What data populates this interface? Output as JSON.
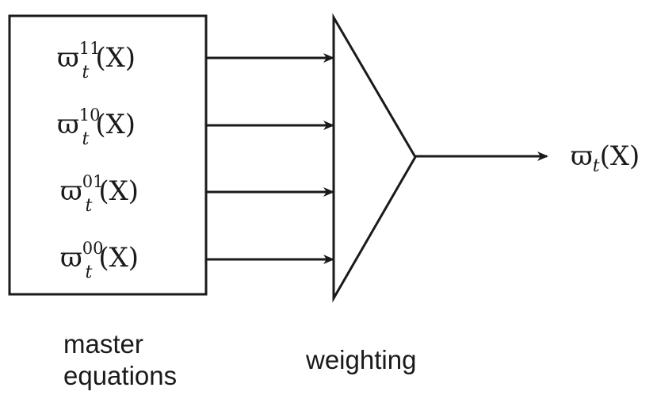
{
  "symbol": "ϖ",
  "inputs": [
    {
      "base": "ϖ",
      "sup": "11",
      "sub": "t",
      "arg": "(X)"
    },
    {
      "base": "ϖ",
      "sup": "10",
      "sub": "t",
      "arg": "(X)"
    },
    {
      "base": "ϖ",
      "sup": "01",
      "sub": "t",
      "arg": "(X)"
    },
    {
      "base": "ϖ",
      "sup": "00",
      "sub": "t",
      "arg": "(X)"
    }
  ],
  "output": {
    "base": "ϖ",
    "sub": "t",
    "arg": "(X)"
  },
  "captions": {
    "master_line1": "master",
    "master_line2": "equations",
    "weighting": "weighting"
  }
}
